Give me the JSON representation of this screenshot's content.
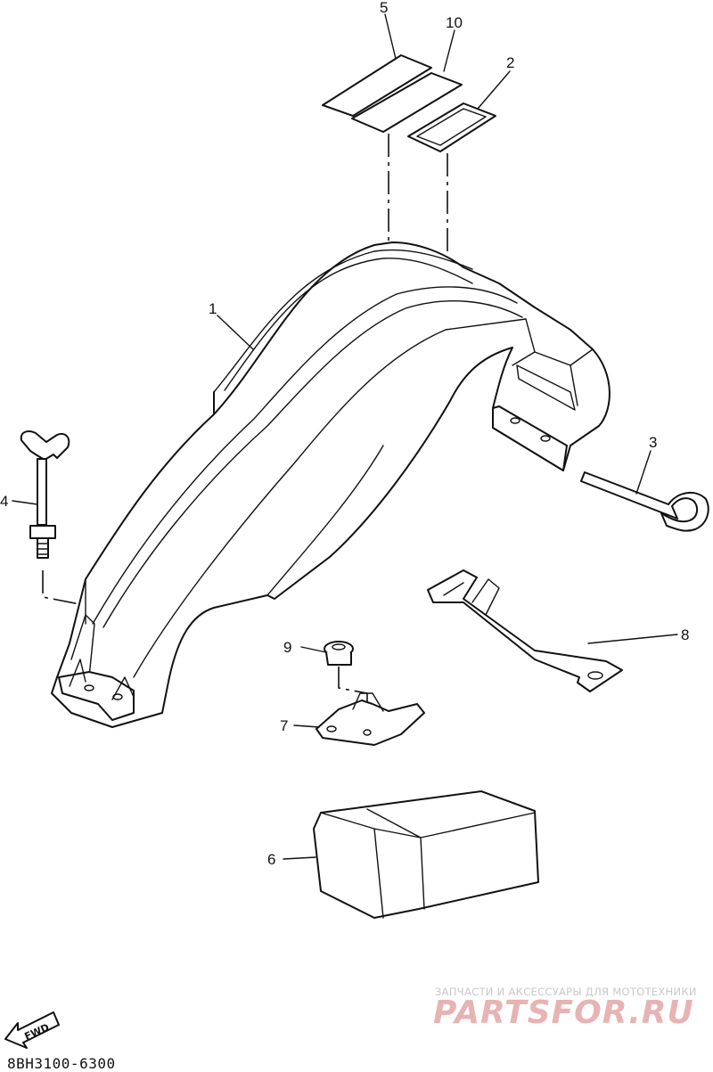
{
  "diagram": {
    "callouts": {
      "p1": "1",
      "p2": "2",
      "p3": "3",
      "p4": "4",
      "p5": "5",
      "p6": "6",
      "p7": "7",
      "p8": "8",
      "p9": "9",
      "p10": "10"
    },
    "fwd_arrow": "FWD",
    "drawing_code": "8BH3100-6300"
  },
  "watermark": {
    "tagline": "ЗАПЧАСТИ И АКСЕССУАРЫ ДЛЯ МОТОТЕХНИКИ",
    "brand": "PARTSFOR.RU"
  }
}
